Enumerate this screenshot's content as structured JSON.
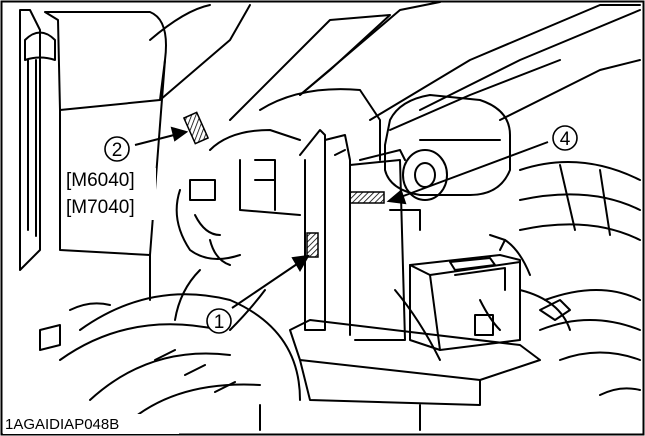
{
  "figure": {
    "code": "1AGAIDIAP048B",
    "models": [
      "[M6040]",
      "[M7040]"
    ],
    "callouts": [
      {
        "number": "1"
      },
      {
        "number": "2"
      },
      {
        "number": "4"
      }
    ]
  }
}
